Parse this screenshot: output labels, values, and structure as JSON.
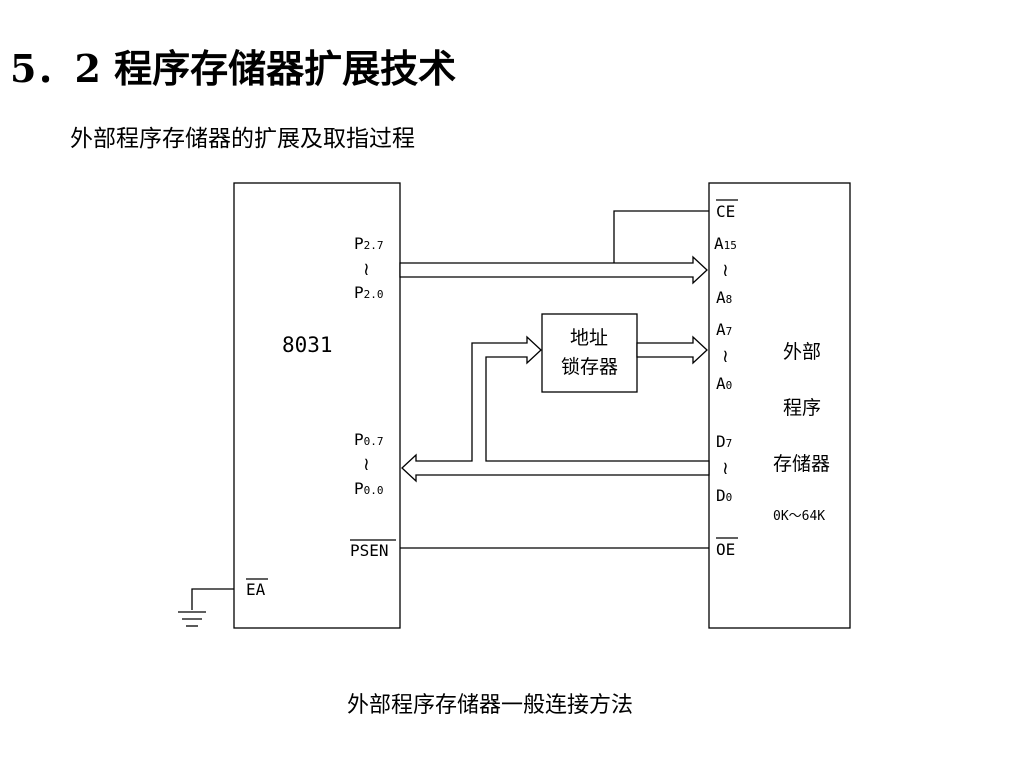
{
  "header": {
    "title": "5．2  程序存储器扩展技术",
    "subtitle": "外部程序存储器的扩展及取指过程"
  },
  "diagram": {
    "cpu": {
      "name": "8031",
      "p27_main": "P",
      "p27_sub": "2.7",
      "p20_main": "P",
      "p20_sub": "2.0",
      "p07_main": "P",
      "p07_sub": "0.7",
      "p00_main": "P",
      "p00_sub": "0.0",
      "psen": "PSEN",
      "ea": "EA"
    },
    "latch": {
      "line1": "地址",
      "line2": "锁存器"
    },
    "memory": {
      "ce": "CE",
      "a15_main": "A",
      "a15_sub": "15",
      "a8_main": "A",
      "a8_sub": "8",
      "a7_main": "A",
      "a7_sub": "7",
      "a0_main": "A",
      "a0_sub": "0",
      "d7_main": "D",
      "d7_sub": "7",
      "d0_main": "D",
      "d0_sub": "0",
      "oe": "OE",
      "label_line1": "外部",
      "label_line2": "程序",
      "label_line3": "存储器",
      "range": "0K～64K"
    },
    "tilde": "≀"
  },
  "caption": "外部程序存储器一般连接方法"
}
